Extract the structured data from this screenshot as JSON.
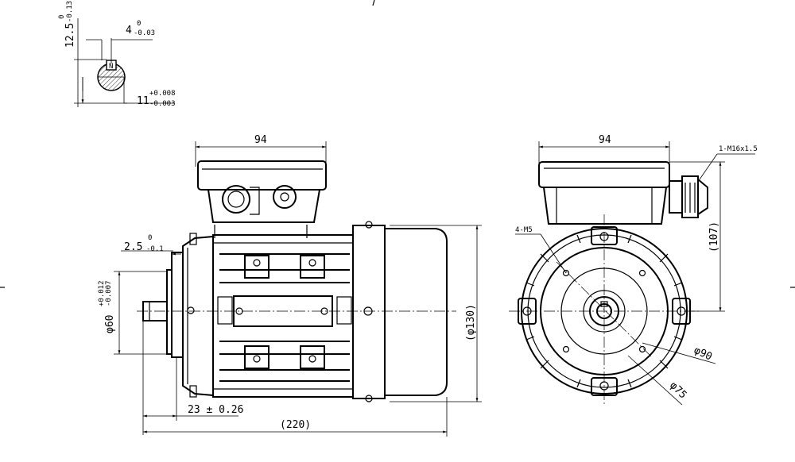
{
  "title": "",
  "shaft_key_detail": {
    "depth_label": "12.5",
    "depth_tol_upper": "0",
    "depth_tol_lower": "-0.13",
    "key_width_label": "4",
    "key_width_tol_upper": "0",
    "key_width_tol_lower": "-0.03",
    "shaft_dia_label": "11",
    "shaft_dia_tol_upper": "+0.008",
    "shaft_dia_tol_lower": "-0.003"
  },
  "side_view": {
    "terminal_box_width": "94",
    "flange_offset_label": "2.5",
    "flange_offset_tol_upper": "0",
    "flange_offset_tol_lower": "-0.1",
    "spigot_dia_label": "φ60",
    "spigot_dia_tol_upper": "+0.012",
    "spigot_dia_tol_lower": "-0.007",
    "shaft_length_label": "23 ± 0.26",
    "overall_length_label": "(220)",
    "frame_height_label": "(φ130)"
  },
  "end_view": {
    "terminal_box_width": "94",
    "cable_gland_label": "1-M16x1.5",
    "hole_label": "4-M5",
    "height_label": "(107)",
    "pcd_outer_label": "φ90",
    "pcd_inner_label": "φ75"
  }
}
